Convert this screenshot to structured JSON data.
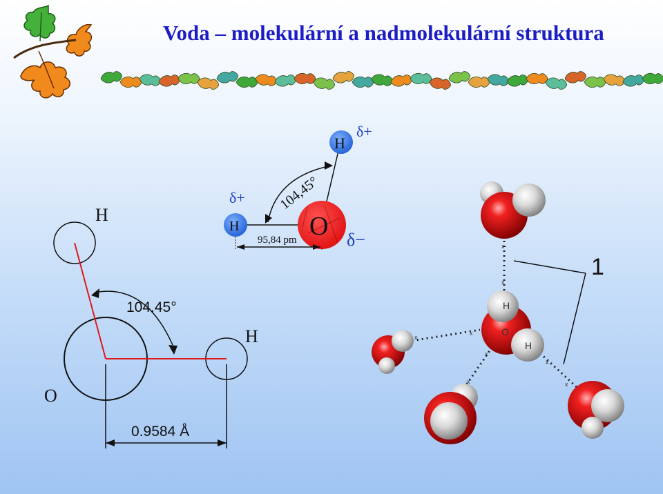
{
  "slide": {
    "title": "Voda – molekulární a nadmolekulární struktura"
  },
  "colors": {
    "title": "#1d1dc4",
    "oxygen": "#e01818",
    "hydrogen_polar": "#2a6fe0",
    "bond_red": "#e01818",
    "leaf_green": "#3fa83a",
    "leaf_orange": "#ee8a1e"
  },
  "icons": [
    "oak-leaves-icon",
    "leaf-border-icon"
  ],
  "left_diagram": {
    "atom_top": "H",
    "atom_right": "H",
    "atom_oxygen": "O",
    "angle_label": "104.45°",
    "bond_length_label": "0.9584 Å"
  },
  "center_diagram": {
    "atom_h_top": "H",
    "atom_h_left": "H",
    "atom_o": "O",
    "charge_top": "δ+",
    "charge_left": "δ+",
    "charge_o": "δ−",
    "angle_label": "104,45°",
    "bond_length_label": "95,84 pm"
  },
  "right_diagram": {
    "callout_number": "1",
    "atom_h1": "H",
    "atom_o": "O",
    "atom_h2": "H"
  }
}
